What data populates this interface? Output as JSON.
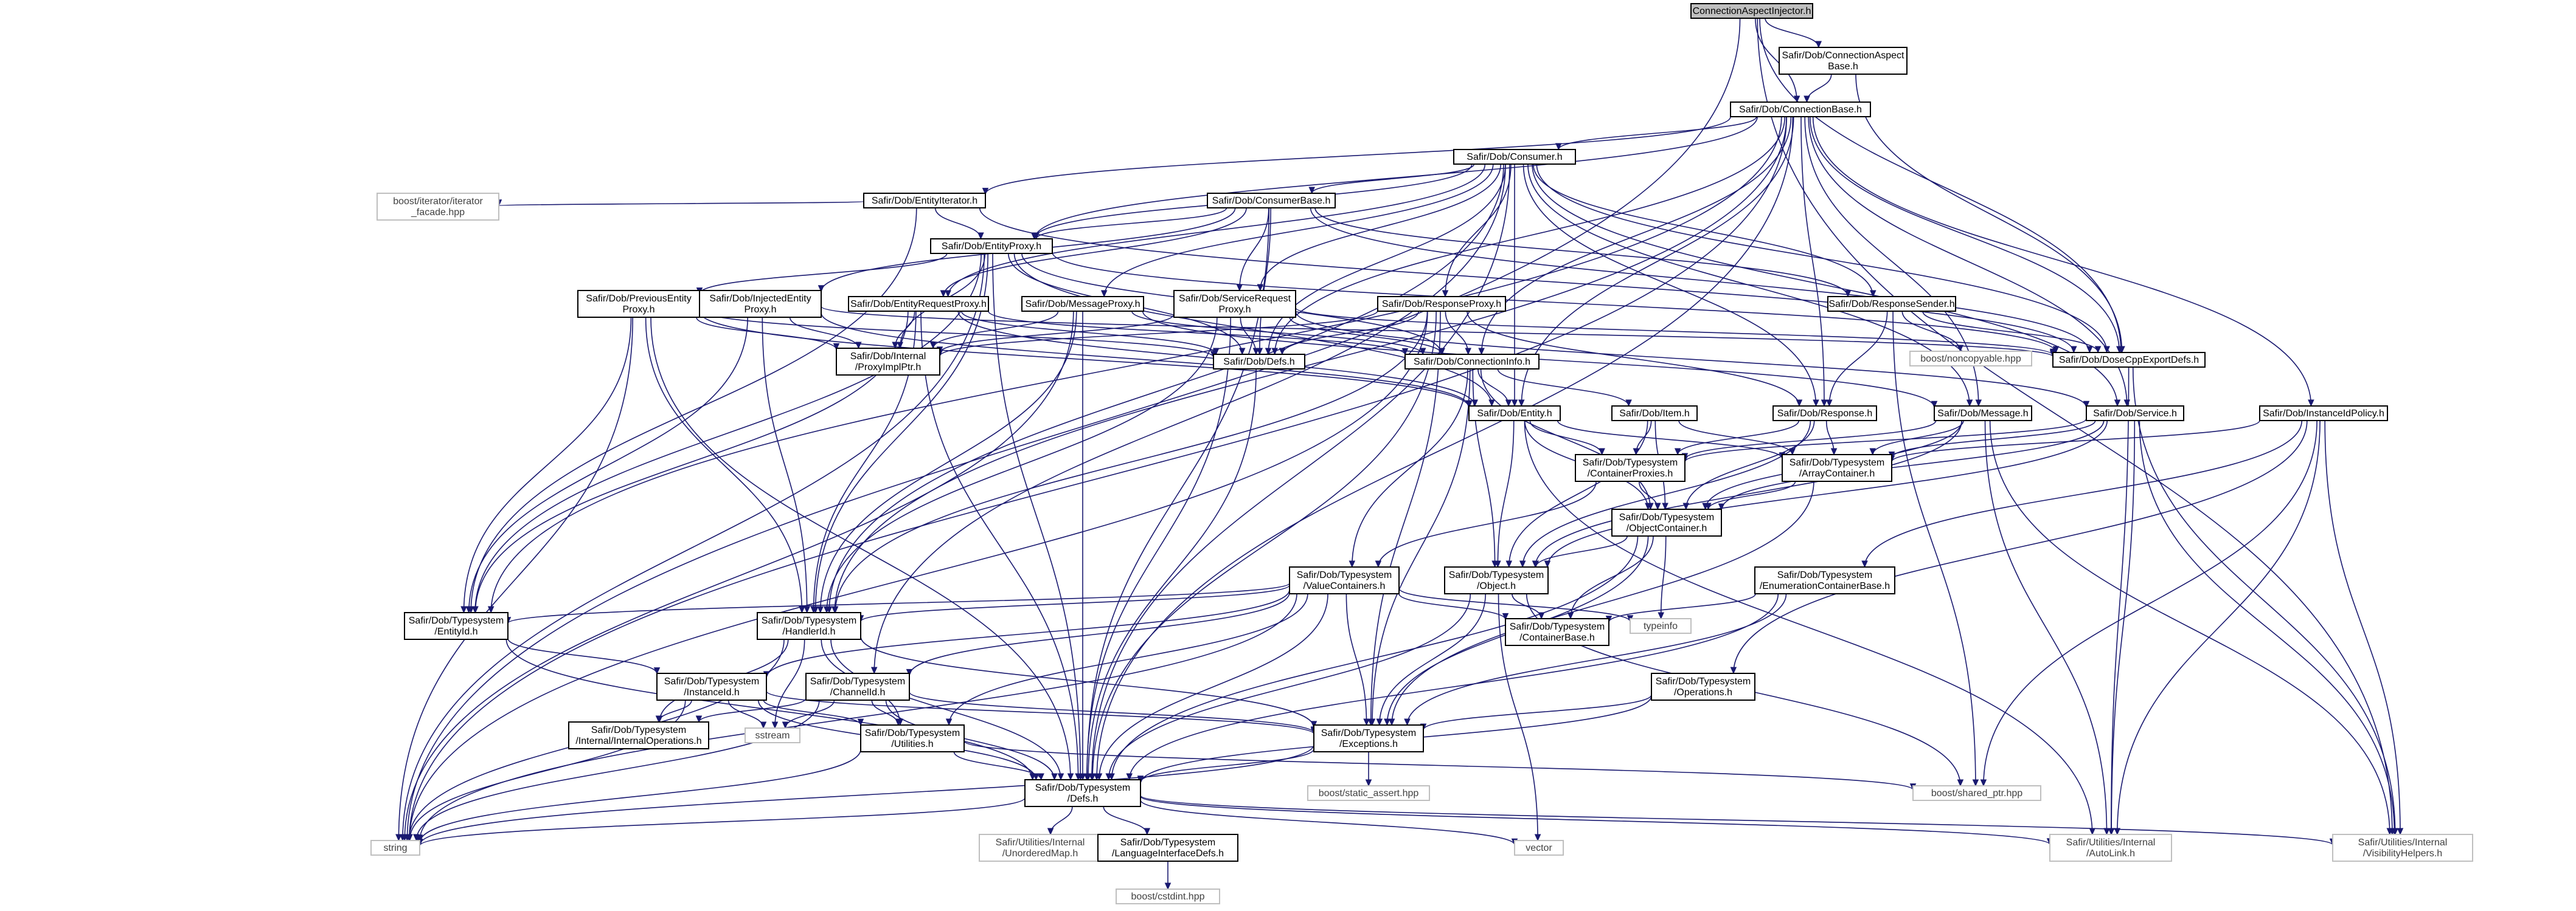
{
  "graph": {
    "colors": {
      "edge": "#191970",
      "root_fill": "#bfbfbf",
      "node_border": "#000000",
      "external_border": "#bfbfbf"
    },
    "nodes": [
      {
        "id": "root",
        "lines": [
          "ConnectionAspectInjector.h"
        ],
        "kind": "root"
      },
      {
        "id": "aspectbase",
        "lines": [
          "Safir/Dob/ConnectionAspect",
          "Base.h"
        ],
        "kind": "header"
      },
      {
        "id": "connbase",
        "lines": [
          "Safir/Dob/ConnectionBase.h"
        ],
        "kind": "header"
      },
      {
        "id": "consumer",
        "lines": [
          "Safir/Dob/Consumer.h"
        ],
        "kind": "header"
      },
      {
        "id": "entityiter",
        "lines": [
          "Safir/Dob/EntityIterator.h"
        ],
        "kind": "header"
      },
      {
        "id": "boostiter",
        "lines": [
          "boost/iterator/iterator",
          "_facade.hpp"
        ],
        "kind": "external"
      },
      {
        "id": "consumerbase",
        "lines": [
          "Safir/Dob/ConsumerBase.h"
        ],
        "kind": "header"
      },
      {
        "id": "entityproxy",
        "lines": [
          "Safir/Dob/EntityProxy.h"
        ],
        "kind": "header"
      },
      {
        "id": "prevproxy",
        "lines": [
          "Safir/Dob/PreviousEntity",
          "Proxy.h"
        ],
        "kind": "header"
      },
      {
        "id": "injproxy",
        "lines": [
          "Safir/Dob/InjectedEntity",
          "Proxy.h"
        ],
        "kind": "header"
      },
      {
        "id": "reqproxy",
        "lines": [
          "Safir/Dob/EntityRequestProxy.h"
        ],
        "kind": "header"
      },
      {
        "id": "msgproxy",
        "lines": [
          "Safir/Dob/MessageProxy.h"
        ],
        "kind": "header"
      },
      {
        "id": "svcproxy",
        "lines": [
          "Safir/Dob/ServiceRequest",
          "Proxy.h"
        ],
        "kind": "header"
      },
      {
        "id": "respproxy",
        "lines": [
          "Safir/Dob/ResponseProxy.h"
        ],
        "kind": "header"
      },
      {
        "id": "respsender",
        "lines": [
          "Safir/Dob/ResponseSender.h"
        ],
        "kind": "header"
      },
      {
        "id": "boostnoncopy",
        "lines": [
          "boost/noncopyable.hpp"
        ],
        "kind": "external"
      },
      {
        "id": "exportdefs",
        "lines": [
          "Safir/Dob/DoseCppExportDefs.h"
        ],
        "kind": "header"
      },
      {
        "id": "implptr",
        "lines": [
          "Safir/Dob/Internal",
          "/ProxyImplPtr.h"
        ],
        "kind": "header"
      },
      {
        "id": "dobdefs",
        "lines": [
          "Safir/Dob/Defs.h"
        ],
        "kind": "header"
      },
      {
        "id": "conninfo",
        "lines": [
          "Safir/Dob/ConnectionInfo.h"
        ],
        "kind": "header"
      },
      {
        "id": "item",
        "lines": [
          "Safir/Dob/Item.h"
        ],
        "kind": "header"
      },
      {
        "id": "entity",
        "lines": [
          "Safir/Dob/Entity.h"
        ],
        "kind": "header"
      },
      {
        "id": "response",
        "lines": [
          "Safir/Dob/Response.h"
        ],
        "kind": "header"
      },
      {
        "id": "message",
        "lines": [
          "Safir/Dob/Message.h"
        ],
        "kind": "header"
      },
      {
        "id": "service",
        "lines": [
          "Safir/Dob/Service.h"
        ],
        "kind": "header"
      },
      {
        "id": "instpolicy",
        "lines": [
          "Safir/Dob/InstanceIdPolicy.h"
        ],
        "kind": "header"
      },
      {
        "id": "contproxies",
        "lines": [
          "Safir/Dob/Typesystem",
          "/ContainerProxies.h"
        ],
        "kind": "header"
      },
      {
        "id": "arraycont",
        "lines": [
          "Safir/Dob/Typesystem",
          "/ArrayContainer.h"
        ],
        "kind": "header"
      },
      {
        "id": "objcont",
        "lines": [
          "Safir/Dob/Typesystem",
          "/ObjectContainer.h"
        ],
        "kind": "header"
      },
      {
        "id": "valcont",
        "lines": [
          "Safir/Dob/Typesystem",
          "/ValueContainers.h"
        ],
        "kind": "header"
      },
      {
        "id": "object",
        "lines": [
          "Safir/Dob/Typesystem",
          "/Object.h"
        ],
        "kind": "header"
      },
      {
        "id": "enumcont",
        "lines": [
          "Safir/Dob/Typesystem",
          "/EnumerationContainerBase.h"
        ],
        "kind": "header"
      },
      {
        "id": "entityid",
        "lines": [
          "Safir/Dob/Typesystem",
          "/EntityId.h"
        ],
        "kind": "header"
      },
      {
        "id": "handlerid",
        "lines": [
          "Safir/Dob/Typesystem",
          "/HandlerId.h"
        ],
        "kind": "header"
      },
      {
        "id": "contbase",
        "lines": [
          "Safir/Dob/Typesystem",
          "/ContainerBase.h"
        ],
        "kind": "header"
      },
      {
        "id": "typeinfo",
        "lines": [
          "typeinfo"
        ],
        "kind": "external"
      },
      {
        "id": "instanceid",
        "lines": [
          "Safir/Dob/Typesystem",
          "/InstanceId.h"
        ],
        "kind": "header"
      },
      {
        "id": "channelid",
        "lines": [
          "Safir/Dob/Typesystem",
          "/ChannelId.h"
        ],
        "kind": "header"
      },
      {
        "id": "operations",
        "lines": [
          "Safir/Dob/Typesystem",
          "/Operations.h"
        ],
        "kind": "header"
      },
      {
        "id": "internalops",
        "lines": [
          "Safir/Dob/Typesystem",
          "/Internal/InternalOperations.h"
        ],
        "kind": "header"
      },
      {
        "id": "sstream",
        "lines": [
          "sstream"
        ],
        "kind": "external"
      },
      {
        "id": "utilities",
        "lines": [
          "Safir/Dob/Typesystem",
          "/Utilities.h"
        ],
        "kind": "header"
      },
      {
        "id": "exceptions",
        "lines": [
          "Safir/Dob/Typesystem",
          "/Exceptions.h"
        ],
        "kind": "header"
      },
      {
        "id": "shptr",
        "lines": [
          "boost/shared_ptr.hpp"
        ],
        "kind": "external"
      },
      {
        "id": "sassert",
        "lines": [
          "boost/static_assert.hpp"
        ],
        "kind": "external"
      },
      {
        "id": "tsdefs",
        "lines": [
          "Safir/Dob/Typesystem",
          "/Defs.h"
        ],
        "kind": "header"
      },
      {
        "id": "string",
        "lines": [
          "string"
        ],
        "kind": "external"
      },
      {
        "id": "unordmap",
        "lines": [
          "Safir/Utilities/Internal",
          "/UnorderedMap.h"
        ],
        "kind": "external"
      },
      {
        "id": "langdefs",
        "lines": [
          "Safir/Dob/Typesystem",
          "/LanguageInterfaceDefs.h"
        ],
        "kind": "header"
      },
      {
        "id": "vector",
        "lines": [
          "vector"
        ],
        "kind": "external"
      },
      {
        "id": "autolink",
        "lines": [
          "Safir/Utilities/Internal",
          "/AutoLink.h"
        ],
        "kind": "external"
      },
      {
        "id": "vishelp",
        "lines": [
          "Safir/Utilities/Internal",
          "/VisibilityHelpers.h"
        ],
        "kind": "external"
      },
      {
        "id": "cstdint",
        "lines": [
          "boost/cstdint.hpp"
        ],
        "kind": "external"
      }
    ]
  }
}
